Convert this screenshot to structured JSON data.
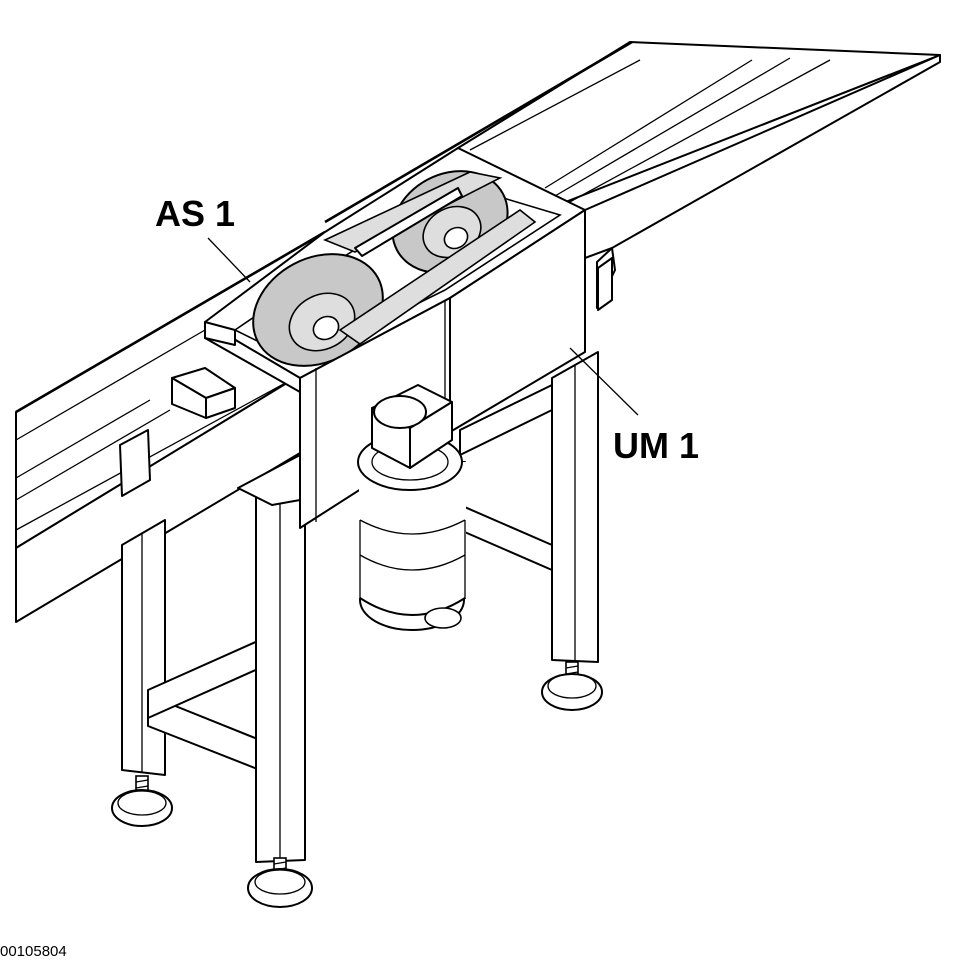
{
  "callouts": {
    "as1": "AS 1",
    "um1": "UM 1"
  },
  "figure_id": "00105804"
}
